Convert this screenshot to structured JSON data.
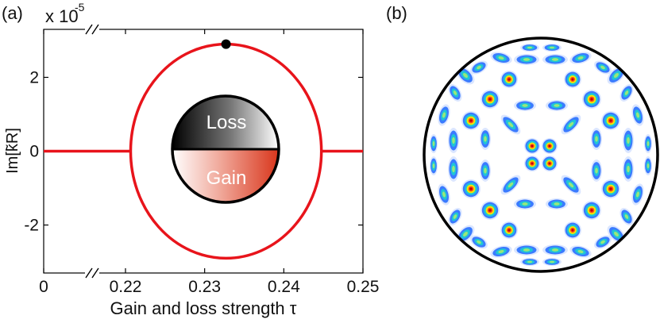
{
  "panel_a": {
    "label": "(a)",
    "scale_exponent_prefix": "x 10",
    "scale_exponent": "-5",
    "inset_top_label": "Loss",
    "inset_bottom_label": "Gain"
  },
  "panel_b": {
    "label": "(b)"
  },
  "colors": {
    "curve": "#e8141b",
    "axis": "#000000",
    "loss_dark": "#000000",
    "gain_red": "#d9361c"
  },
  "chart_data": [
    {
      "type": "line",
      "title": "",
      "xlabel": "Gain and loss strength τ",
      "ylabel": "Im[k̃R]",
      "y_scale_note": "x 10^-5",
      "xlim": [
        0.2,
        0.25
      ],
      "ylim": [
        -3.3,
        3.3
      ],
      "x_tick_values": [
        0.2,
        0.22,
        0.23,
        0.24,
        0.25
      ],
      "x_tick_labels": [
        "0",
        "0.22",
        "0.23",
        "0.24",
        "0.25"
      ],
      "y_tick_values": [
        2,
        0,
        -2
      ],
      "y_tick_labels": [
        "2",
        "0",
        "-2"
      ],
      "axis_break": "double-slash between 0 and 0.22 on x axis",
      "grid": false,
      "series": [
        {
          "color": "#e8141b",
          "segments": [
            {
              "kind": "flat",
              "x": [
                0.2,
                0.2207
              ],
              "y": 0
            },
            {
              "kind": "flat",
              "x": [
                0.2448,
                0.25
              ],
              "y": 0
            },
            {
              "kind": "loop",
              "x_center": 0.2327,
              "x_range": [
                0.2207,
                0.2448
              ],
              "y_max": 2.9,
              "y_min": -2.9
            }
          ]
        }
      ],
      "marker": {
        "x": 0.2327,
        "y": 2.9,
        "style": "filled black dot"
      }
    },
    {
      "type": "heatmap",
      "description_free": true,
      "colormap": "jet-like, white background",
      "boundary": "circle"
    }
  ]
}
